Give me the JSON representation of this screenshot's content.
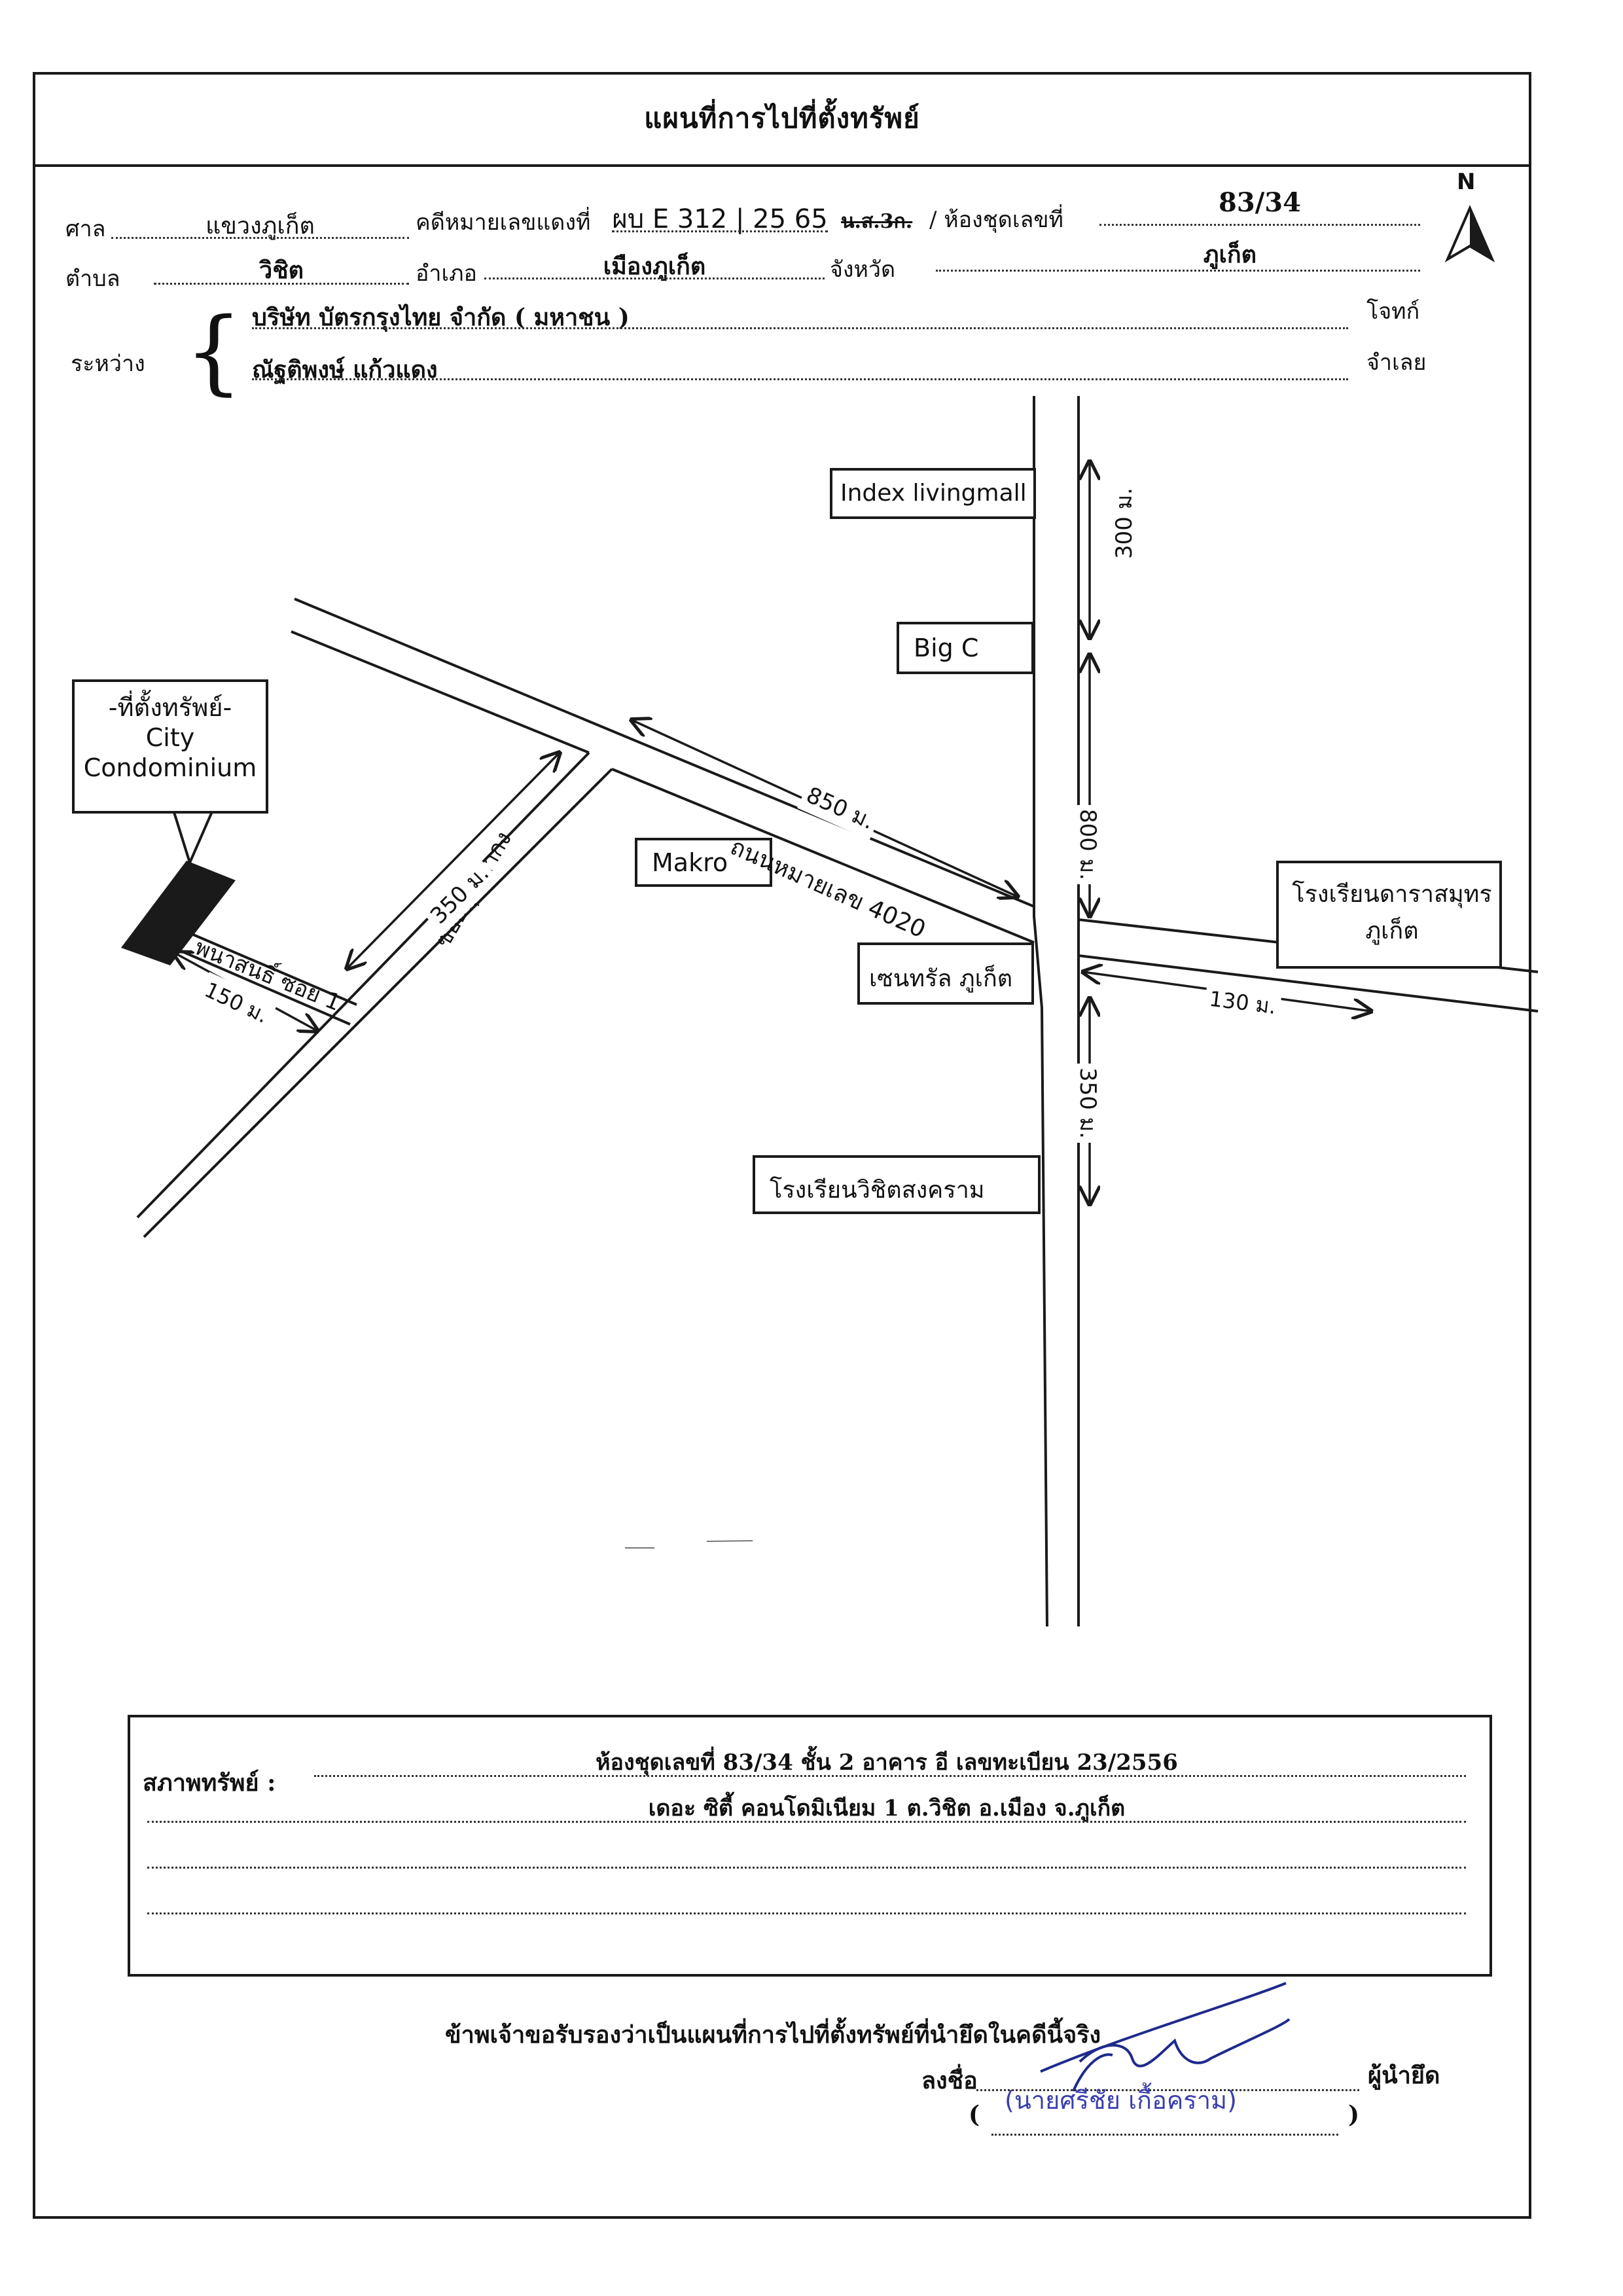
{
  "header": {
    "title": "แผนที่การไปที่ตั้งทรัพย์",
    "north_label": "N"
  },
  "case": {
    "court_label": "ศาล",
    "court_value": "แขวงภูเก็ต",
    "case_no_label": "คดีหมายเลขแดงที่",
    "case_no_value": "ผบ E 312 | 25 65",
    "case_no_strike": "น.ส.3ก.",
    "unit_no_label": "/ ห้องชุดเลขที่",
    "unit_no_value": "83/34",
    "tambon_label": "ตำบล",
    "tambon_value": "วิชิต",
    "amphoe_label": "อำเภอ",
    "amphoe_value": "เมืองภูเก็ต",
    "province_label": "จังหวัด",
    "province_value": "ภูเก็ต",
    "between_label": "ระหว่าง",
    "plaintiff_value": "บริษัท บัตรกรุงไทย จำกัด ( มหาชน )",
    "plaintiff_label": "โจทก์",
    "defendant_value": "ณัฐติพงษ์ แก้วแดง",
    "defendant_label": "จำเลย"
  },
  "map": {
    "property_label_1": "-ที่ตั้งทรัพย์-",
    "property_label_2": "City",
    "property_label_3": "Condominium",
    "landmarks": [
      "Index livingmall",
      "Big C",
      "Makro",
      "โรงเรียนดาราสมุทร ภูเก็ต",
      "เซนทรัล ภูเก็ต",
      "โรงเรียนวิชิตสงคราม"
    ],
    "road_main": "ถนนหมายเลข 4020",
    "road_soi_1": "ซอยปุ่นเถ้ากง",
    "road_soi_2": "พนาสนธิ์ ซอย 1",
    "distances": {
      "d300": "300 ม.",
      "d800": "800 ม.",
      "d850": "850 ม.",
      "d350a": "350 ม.",
      "d150": "150 ม.",
      "d130": "130 ม.",
      "d350b": "350 ม."
    }
  },
  "status": {
    "label": "สภาพทรัพย์ :",
    "line1": "ห้องชุดเลขที่   83/34 ชั้น 2 อาคาร อี เลขทะเบียน 23/2556",
    "line2": "เดอะ ซิตี้ คอนโดมิเนียม 1 ต.วิชิต อ.เมือง จ.ภูเก็ต"
  },
  "certify": {
    "statement": "ข้าพเจ้าขอรับรองว่าเป็นแผนที่การไปที่ตั้งทรัพย์ที่นำยึดในคดีนี้จริง",
    "sign_label": "ลงชื่อ",
    "role": "ผู้นำยึด",
    "name": "(นายศรีชัย  เกื้อคราม)",
    "paren_open": "(",
    "paren_close": ")"
  }
}
